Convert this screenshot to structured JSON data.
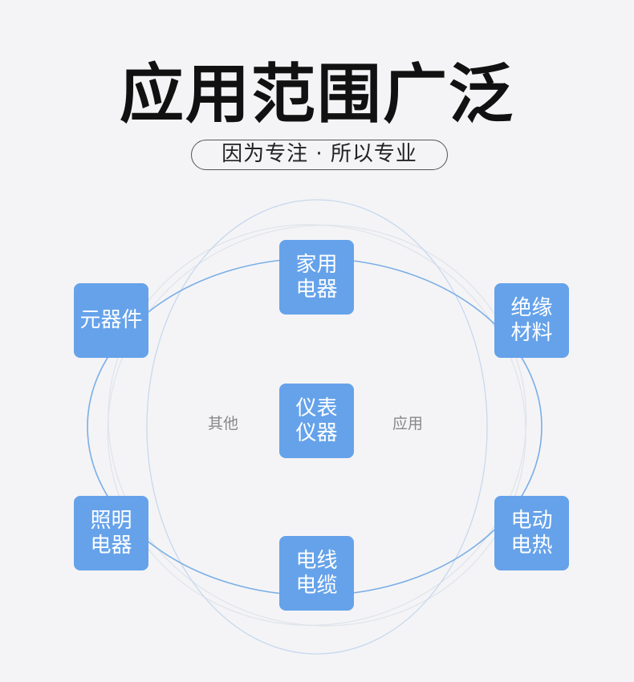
{
  "header": {
    "title": "应用范围广泛",
    "subtitle": "因为专注 · 所以专业"
  },
  "diagram": {
    "center": "仪表仪器",
    "nodes": {
      "top": "家用电器",
      "left_top": "元器件",
      "right_top": "绝缘材料",
      "left_bottom": "照明电器",
      "right_bottom": "电动电热",
      "bottom": "电线电缆"
    },
    "left_label": "其他",
    "right_label": "应用"
  },
  "colors": {
    "node_fill": "#65a2ea",
    "orbit_main": "#7aaee6",
    "orbit_light": "#c8d8ee",
    "background": "#f4f4f6"
  }
}
